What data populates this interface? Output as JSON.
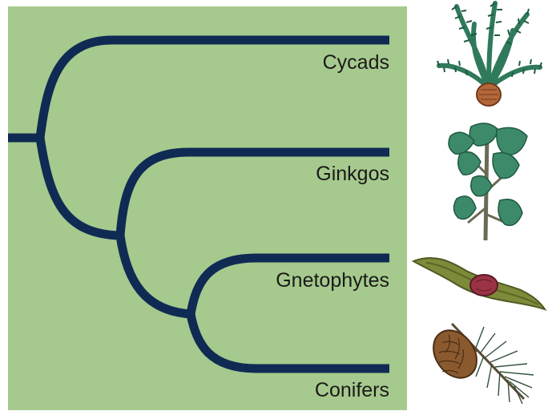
{
  "diagram": {
    "colors": {
      "background": "#a6c98d",
      "branch": "#0f2b54",
      "label": "#1a1a1a"
    },
    "taxa": [
      {
        "label": "Cycads",
        "icon": "cycad-icon"
      },
      {
        "label": "Ginkgos",
        "icon": "ginkgo-icon"
      },
      {
        "label": "Gnetophytes",
        "icon": "gnetophyte-icon"
      },
      {
        "label": "Conifers",
        "icon": "conifer-cone-icon"
      }
    ]
  }
}
